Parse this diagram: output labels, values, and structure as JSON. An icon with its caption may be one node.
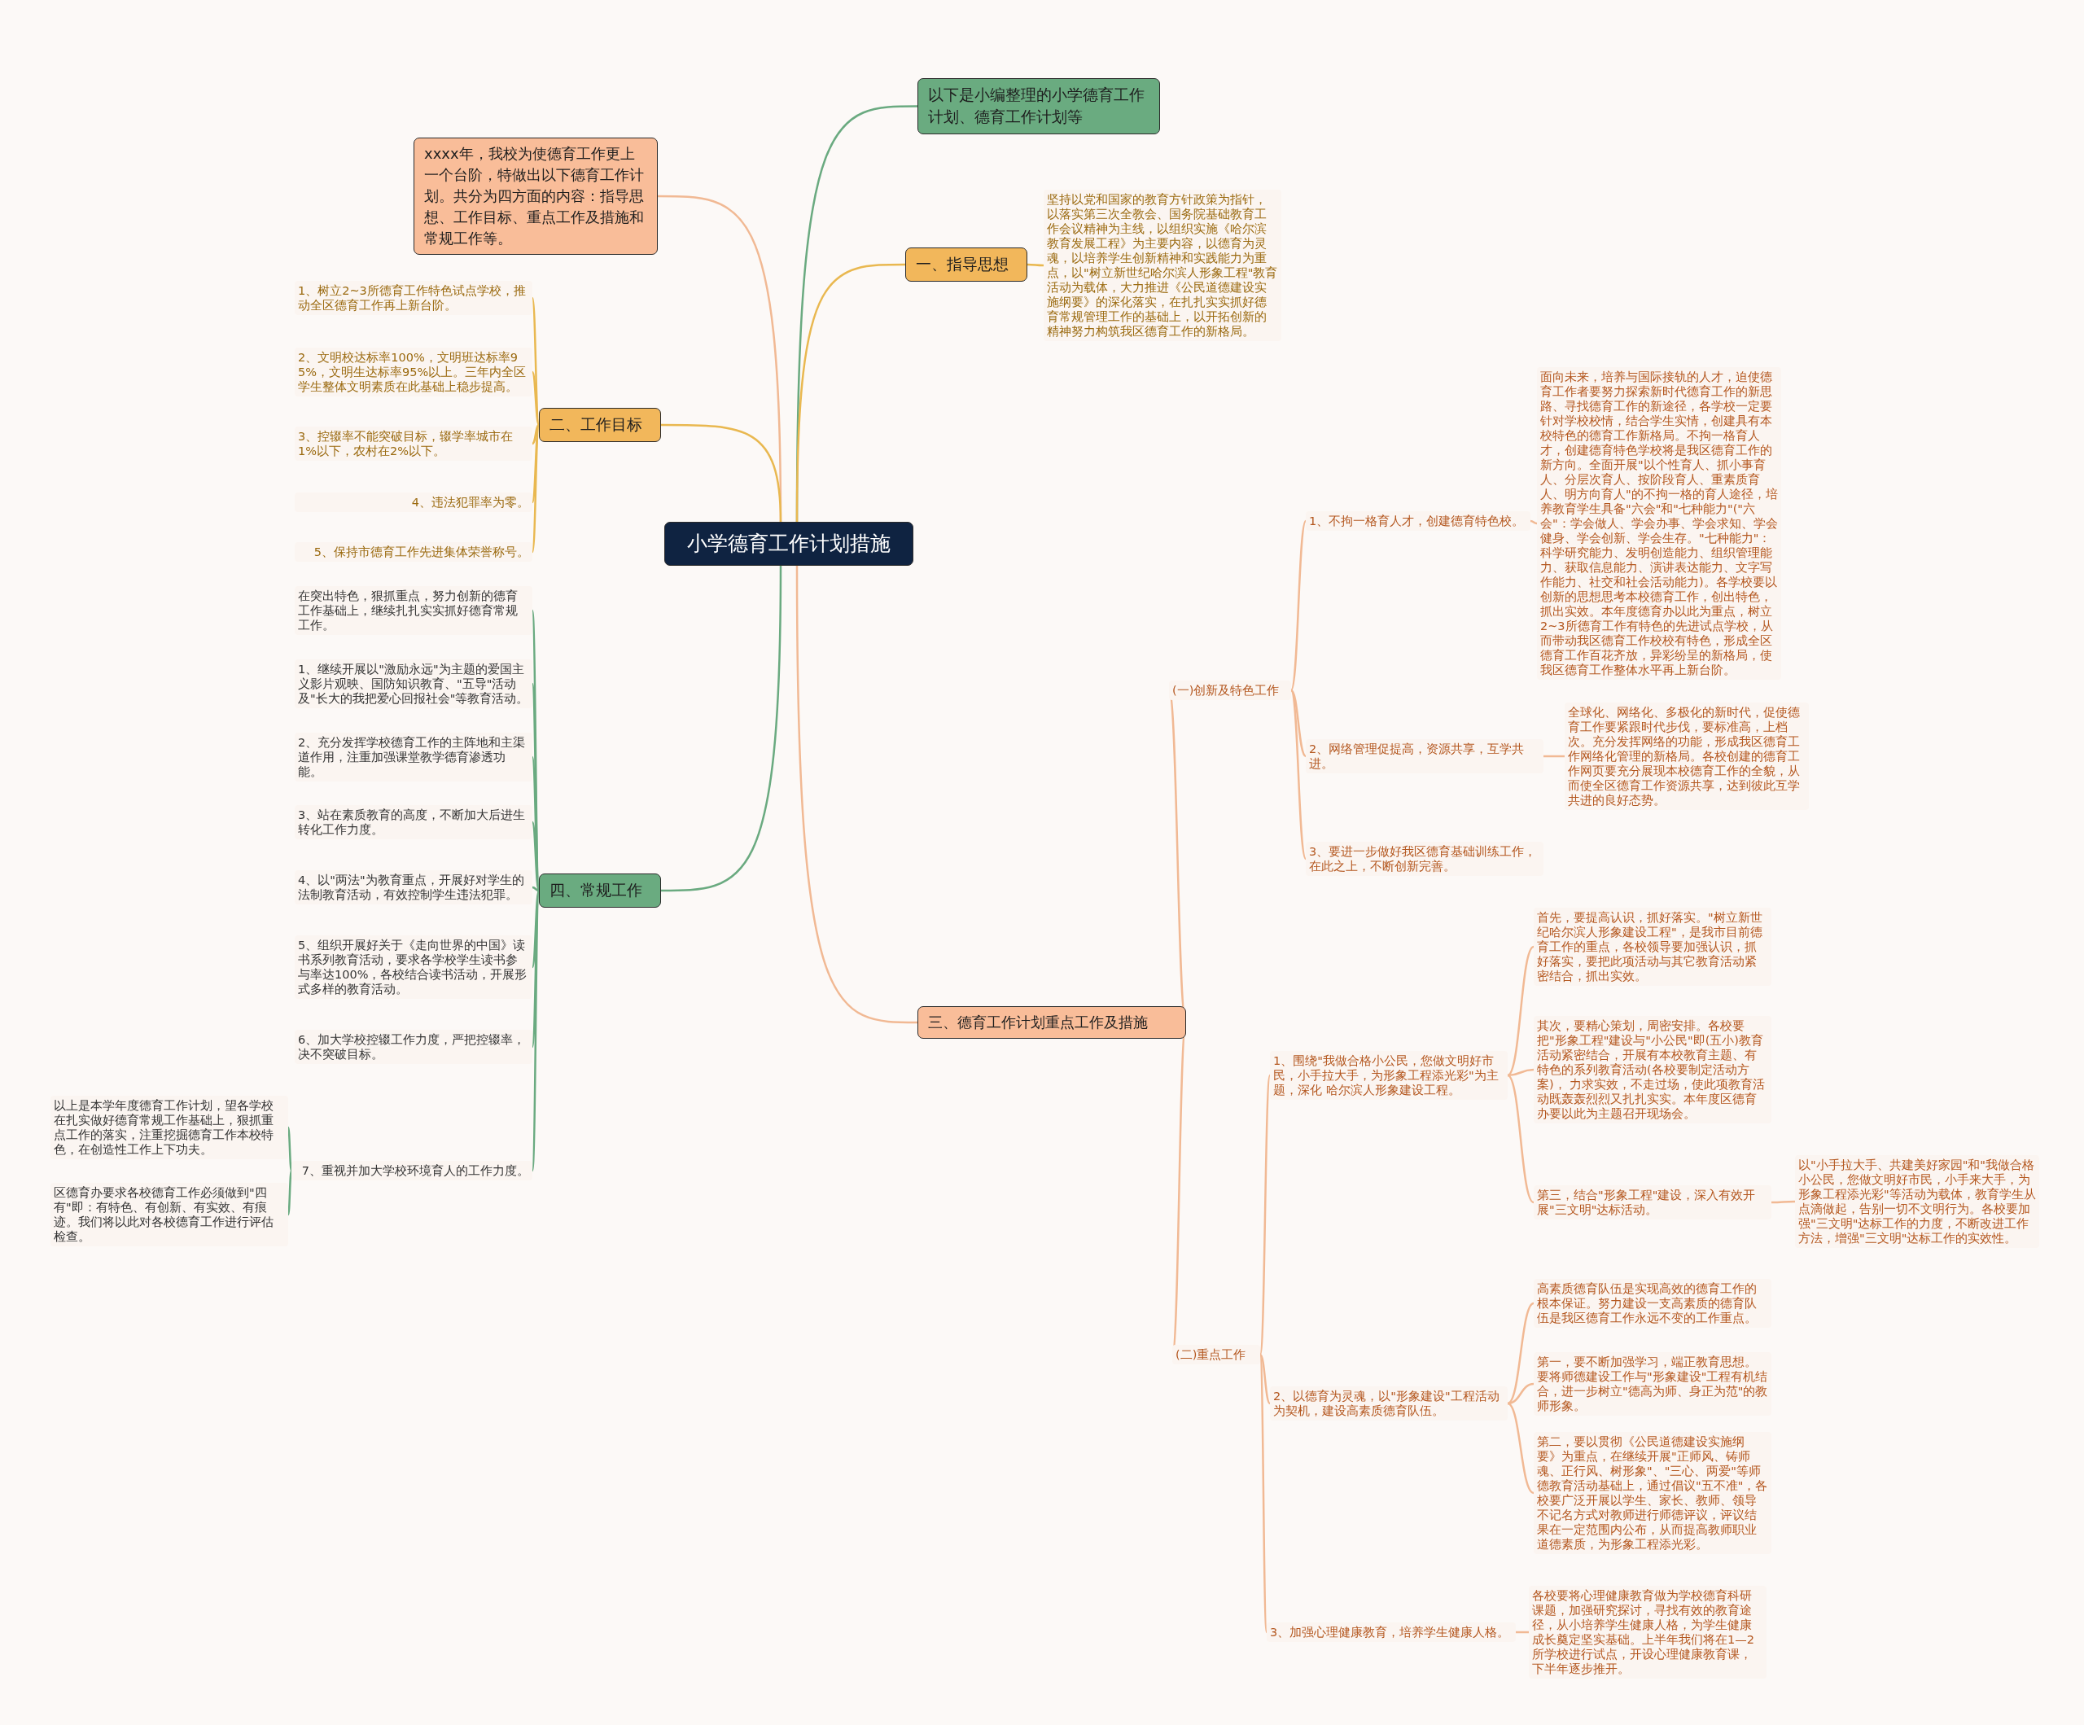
{
  "diagram": {
    "nodes": [
      {
        "text": [
          "小学德育工作计划措施"
        ]
      },
      {
        "text": [
          "以下是小编整理的小学德育工作计划、德育工作计划等"
        ]
      },
      {
        "text": [
          "xxxx年，我校为使德育工作更上一个台阶，特做出以下德育工作计划。共分为四方面的内容：指导思想、工作目标、重点工作及措施和常规工作等。"
        ]
      },
      {
        "text": [
          "一、指导思想"
        ]
      },
      {
        "text": [
          "坚持以党和国家的教育方针政策为指针，以落实第三次全教会、国务院基础教育工作会议精神为主线，以组织实施《哈尔滨教育发展工程》为主要内容，以德育为灵魂，以培养学生创新精神和实践能力为重点，以\"树立新世纪哈尔滨人形象工程\"教育活动为载体，大力推进《公民道德建设实施纲要》的深化落实，在扎扎实实抓好德育常规管理工作的基础上，以开拓创新的精神努力构筑我区德育工作的新格局。"
        ]
      },
      {
        "text": [
          "二、工作目标"
        ]
      },
      {
        "text": [
          "1、树立2~3所德育工作特色试点学校，推动全区德育工作再上新台阶。"
        ]
      },
      {
        "text": [
          "2、文明校达标率100%，文明班达标率95%，文明生达标率95%以上。三年内全区学生整体文明素质在此基础上稳步提高。"
        ]
      },
      {
        "text": [
          "3、控辍率不能突破目标，辍学率城市在1%以下，农村在2%以下。"
        ]
      },
      {
        "text": [
          "4、违法犯罪率为零。"
        ]
      },
      {
        "text": [
          "5、保持市德育工作先进集体荣誉称号。"
        ]
      },
      {
        "text": [
          "四、常规工作"
        ]
      },
      {
        "text": [
          "在突出特色，狠抓重点，努力创新的德育工作基础上，继续扎扎实实抓好德育常规工作。"
        ]
      },
      {
        "text": [
          "1、继续开展以\"激励永远\"为主题的爱国主义影片观映、国防知识教育、\"五导\"活动及\"长大的我把爱心回报社会\"等教育活动。"
        ]
      },
      {
        "text": [
          "2、充分发挥学校德育工作的主阵地和主渠道作用，注重加强课堂教学德育渗透功能。"
        ]
      },
      {
        "text": [
          "3、站在素质教育的高度，不断加大后进生转化工作力度。"
        ]
      },
      {
        "text": [
          "4、以\"两法\"为教育重点，开展好对学生的法制教育活动，有效控制学生违法犯罪。"
        ]
      },
      {
        "text": [
          "5、组织开展好关于《走向世界的中国》读书系列教育活动，要求各学校学生读书参与率达100%，各校结合读书活动，开展形式多样的教育活动。"
        ]
      },
      {
        "text": [
          "6、加大学校控辍工作力度，严把控辍率，决不突破目标。"
        ]
      },
      {
        "text": [
          "7、重视并加大学校环境育人的工作力度。"
        ]
      },
      {
        "text": [
          "以上是本学年度德育工作计划，望各学校在扎实做好德育常规工作基础上，狠抓重点工作的落实，注重挖掘德育工作本校特色，在创造性工作上下功夫。"
        ]
      },
      {
        "text": [
          "区德育办要求各校德育工作必须做到\"四有\"即：有特色、有创新、有实效、有痕迹。我们将以此对各校德育工作进行评估检查。"
        ]
      },
      {
        "text": [
          "三、德育工作计划重点工作及措施"
        ]
      },
      {
        "text": [
          "(一)创新及特色工作"
        ]
      },
      {
        "text": [
          "1、不拘一格育人才，创建德育特色校。"
        ]
      },
      {
        "text": [
          "面向未来，培养与国际接轨的人才，迫使德育工作者要努力探索新时代德育工作的新思路、寻找德育工作的新途径，各学校一定要针对学校校情，结合学生实情，创建具有本校特色的德育工作新格局。不拘一格育人才，创建德育特色学校将是我区德育工作的新方向。全面开展\"以个性育人、抓小事育人、分层次育人、按阶段育人、重素质育人、明方向育人\"的不拘一格的育人途径，培养教育学生具备\"六会\"和\"七种能力\"(\"六会\"：学会做人、学会办事、学会求知、学会健身、学会创新、学会生存。\"七种能力\"：科学研究能力、发明创造能力、组织管理能力、获取信息能力、演讲表达能力、文字写作能力、社交和社会活动能力)。各学校要以创新的思想思考本校德育工作，创出特色，抓出实效。本年度德育办以此为重点，树立2~3所德育工作有特色的先进试点学校，从而带动我区德育工作校校有特色，形成全区德育工作百花齐放，异彩纷呈的新格局，使我区德育工作整体水平再上新台阶。"
        ]
      },
      {
        "text": [
          "2、网络管理促提高，资源共享，互学共进。"
        ]
      },
      {
        "text": [
          "全球化、网络化、多极化的新时代，促使德育工作要紧跟时代步伐，要标准高，上档次。充分发挥网络的功能，形成我区德育工作网络化管理的新格局。各校创建的德育工作网页要充分展现本校德育工作的全貌，从而使全区德育工作资源共享，达到彼此互学共进的良好态势。"
        ]
      },
      {
        "text": [
          "3、要进一步做好我区德育基础训练工作，在此之上，不断创新完善。"
        ]
      },
      {
        "text": [
          "(二)重点工作"
        ]
      },
      {
        "text": [
          "1、围绕\"我做合格小公民，您做文明好市民，小手拉大手，为形象工程添光彩\"为主题，深化 哈尔滨人形象建设工程。"
        ]
      },
      {
        "text": [
          "首先，要提高认识，抓好落实。\"树立新世纪哈尔滨人形象建设工程\"，是我市目前德育工作的重点，各校领导要加强认识，抓好落实，要把此项活动与其它教育活动紧密结合，抓出实效。"
        ]
      },
      {
        "text": [
          "其次，要精心策划，周密安排。各校要把\"形象工程\"建设与\"小公民\"即(五小)教育活动紧密结合，开展有本校教育主题、有特色的系列教育活动(各校要制定活动方案)， 力求实效，不走过场，使此项教育活动既轰轰烈烈又扎扎实实。本年度区德育办要以此为主题召开现场会。"
        ]
      },
      {
        "text": [
          "第三，结合\"形象工程\"建设，深入有效开展\"三文明\"达标活动。"
        ]
      },
      {
        "text": [
          "以\"小手拉大手、共建美好家园\"和\"我做合格小公民，您做文明好市民，小手来大手，为形象工程添光彩\"等活动为载体，教育学生从点滴做起，告别一切不文明行为。各校要加强\"三文明\"达标工作的力度，不断改进工作方法，增强\"三文明\"达标工作的实效性。"
        ]
      },
      {
        "text": [
          "2、以德育为灵魂，以\"形象建设\"工程活动为契机，建设高素质德育队伍。"
        ]
      },
      {
        "text": [
          "高素质德育队伍是实现高效的德育工作的根本保证。努力建设一支高素质的德育队伍是我区德育工作永远不变的工作重点。"
        ]
      },
      {
        "text": [
          "第一，要不断加强学习，端正教育思想。要将师德建设工作与\"形象建设\"工程有机结合，进一步树立\"德高为师、身正为范\"的教师形象。"
        ]
      },
      {
        "text": [
          "第二，要以贯彻《公民道德建设实施纲要》为重点，在继续开展\"正师风、铸师魂、正行风、树形象\"、\"三心、两爱\"等师德教育活动基础上，通过倡议\"五不准\"，各校要广泛开展以学生、家长、教师、领导不记名方式对教师进行师德评议，评议结果在一定范围内公布，从而提高教师职业道德素质，为形象工程添光彩。"
        ]
      },
      {
        "text": [
          "3、加强心理健康教育，培养学生健康人格。"
        ]
      },
      {
        "text": [
          "各校要将心理健康教育做为学校德育科研课题，加强研究探讨，寻找有效的教育途径，从小培养学生健康人格，为学生健康成长奠定坚实基础。上半年我们将在1—2所学校进行试点，开设心理健康教育课，下半年逐步推开。"
        ]
      }
    ],
    "edges": [
      {
        "from": 0,
        "to": 1,
        "arrow": "none",
        "color": "#6aaa80"
      },
      {
        "from": 0,
        "to": 2,
        "arrow": "none"
      },
      {
        "from": 0,
        "to": 3,
        "arrow": "none",
        "color": "#e9b850"
      },
      {
        "from": 3,
        "to": 4,
        "arrow": "none",
        "color": "#e9b850"
      },
      {
        "from": 0,
        "to": 5,
        "arrow": "none",
        "color": "#e9b850"
      },
      {
        "from": 5,
        "to": 6,
        "arrow": "none",
        "color": "#e9b850"
      },
      {
        "from": 5,
        "to": 7,
        "arrow": "none",
        "color": "#e9b850"
      },
      {
        "from": 5,
        "to": 8,
        "arrow": "none",
        "color": "#e9b850"
      },
      {
        "from": 5,
        "to": 9,
        "arrow": "none",
        "color": "#e9b850"
      },
      {
        "from": 5,
        "to": 10,
        "arrow": "none",
        "color": "#e9b850"
      },
      {
        "from": 0,
        "to": 11,
        "arrow": "none",
        "color": "#6aaa80"
      },
      {
        "from": 11,
        "to": 12,
        "arrow": "none",
        "color": "#6aaa80"
      },
      {
        "from": 11,
        "to": 13,
        "arrow": "none",
        "color": "#6aaa80"
      },
      {
        "from": 11,
        "to": 14,
        "arrow": "none",
        "color": "#6aaa80"
      },
      {
        "from": 11,
        "to": 15,
        "arrow": "none",
        "color": "#6aaa80"
      },
      {
        "from": 11,
        "to": 16,
        "arrow": "none",
        "color": "#6aaa80"
      },
      {
        "from": 11,
        "to": 17,
        "arrow": "none",
        "color": "#6aaa80"
      },
      {
        "from": 11,
        "to": 18,
        "arrow": "none",
        "color": "#6aaa80"
      },
      {
        "from": 11,
        "to": 19,
        "arrow": "none",
        "color": "#6aaa80"
      },
      {
        "from": 19,
        "to": 20,
        "arrow": "none",
        "color": "#6aaa80"
      },
      {
        "from": 19,
        "to": 21,
        "arrow": "none",
        "color": "#6aaa80"
      },
      {
        "from": 0,
        "to": 22,
        "arrow": "none"
      },
      {
        "from": 22,
        "to": 23,
        "arrow": "none"
      },
      {
        "from": 23,
        "to": 24,
        "arrow": "none"
      },
      {
        "from": 24,
        "to": 25,
        "arrow": "none"
      },
      {
        "from": 23,
        "to": 26,
        "arrow": "none"
      },
      {
        "from": 26,
        "to": 27,
        "arrow": "none"
      },
      {
        "from": 23,
        "to": 28,
        "arrow": "none"
      },
      {
        "from": 22,
        "to": 29,
        "arrow": "none"
      },
      {
        "from": 29,
        "to": 30,
        "arrow": "none"
      },
      {
        "from": 30,
        "to": 31,
        "arrow": "none"
      },
      {
        "from": 30,
        "to": 32,
        "arrow": "none"
      },
      {
        "from": 30,
        "to": 33,
        "arrow": "none"
      },
      {
        "from": 33,
        "to": 34,
        "arrow": "none"
      },
      {
        "from": 29,
        "to": 35,
        "arrow": "none"
      },
      {
        "from": 35,
        "to": 36,
        "arrow": "none"
      },
      {
        "from": 35,
        "to": 37,
        "arrow": "none"
      },
      {
        "from": 35,
        "to": 38,
        "arrow": "none"
      },
      {
        "from": 29,
        "to": 39,
        "arrow": "none"
      },
      {
        "from": 39,
        "to": 40,
        "arrow": "none"
      }
    ]
  }
}
